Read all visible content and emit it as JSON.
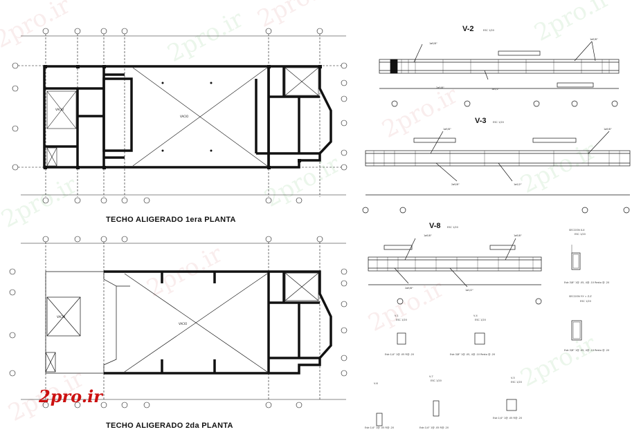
{
  "plans": [
    {
      "title": "TECHO ALIGERADO 1era PLANTA",
      "void_label": "VACIO",
      "center_label": "VACIO"
    },
    {
      "title": "TECHO ALIGERADO 2da  PLANTA",
      "void_label": "VACIO",
      "center_label": "VACIO"
    }
  ],
  "beams": [
    {
      "title": "V-2",
      "scale": "ESC 1/20"
    },
    {
      "title": "V-3",
      "scale": "ESC 1/20"
    },
    {
      "title": "V-8",
      "scale": "ESC 1/20"
    }
  ],
  "sections": {
    "xx": {
      "title": "SECCION X-X",
      "scale": "ESC 1/20",
      "note": "Estr.3/8\"  1@ .05, 4@ .10 Resto @ .20"
    },
    "yy": {
      "title": "SECCION Y-Y = Z-Z",
      "scale": "ESC 1/20",
      "note": "Estr.3/8\"  1@ .05, 4@ .10 Resto @ .20"
    }
  },
  "small_sections": [
    {
      "title": "V-1",
      "scale": "ESC 1/20",
      "note": "Estr.1/4\" 1@ .05 R@ .20"
    },
    {
      "title": "V-6",
      "scale": "ESC 1/20",
      "note": "Estr.3/8\" 1@ .05, 4@ .10 Resto @ .20"
    },
    {
      "title": "V-5",
      "scale": "ESC 1/20",
      "note": "Estr.1/4\" 1@ .05 R@ .20"
    },
    {
      "title": "V-7",
      "scale": "ESC 1/20",
      "note": "Estr.1/4\" 1@ .05 R@ .20"
    },
    {
      "title": "V-4",
      "scale": "ESC 1/20",
      "note": "Estr.1/4\" 1@ .05 R@ .20"
    }
  ],
  "rebar_labels": {
    "a": "1ø5/8\"",
    "b": "1ø1/2\"",
    "c": "2ø5/8\"",
    "d": "2ø1/2\""
  },
  "beam_labels": {
    "v1": "V-1",
    "v2": "V-2",
    "v3": "V-3",
    "v4": "V-4",
    "v5": "V-5",
    "v6": "V-6",
    "v7": "V-7",
    "v8": "V-8"
  },
  "watermark": "2pro.ir",
  "logo": "2pro.ir",
  "colors": {
    "ink": "#111111",
    "logo": "#cc1010",
    "wm_red": "#f3d8d8",
    "wm_green": "#d8eed8"
  }
}
